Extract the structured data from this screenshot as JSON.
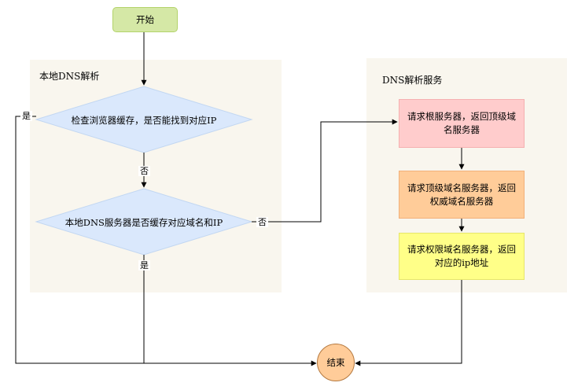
{
  "zones": {
    "local": {
      "title": "本地DNS解析"
    },
    "service": {
      "title": "DNS解析服务"
    }
  },
  "nodes": {
    "start": "开始",
    "check_browser": "检查浏览器缓存，是否能找到对应IP",
    "check_local": "本地DNS服务器是否缓存对应域名和IP",
    "root": "请求根服务器，返回顶级域名服务器",
    "tld": "请求顶级域名服务器，返回权威域名服务器",
    "auth": "请求权限域名服务器，返回对应的ip地址",
    "end": "结束"
  },
  "edge_labels": {
    "browser_yes": "是",
    "browser_no": "否",
    "local_no": "否",
    "local_yes": "是"
  },
  "colors": {
    "start_fill": "#d5e8a6",
    "decision_fill": "#dae8fc",
    "root_fill": "#ffcccc",
    "tld_fill": "#ffcc99",
    "auth_fill": "#ffff88",
    "end_fill": "#ffcc99",
    "zone_fill": "#f9f6ee"
  }
}
